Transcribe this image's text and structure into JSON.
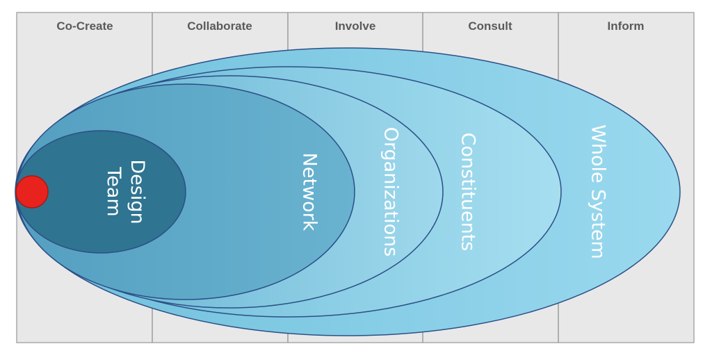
{
  "columns": [
    {
      "label": "Co-Create"
    },
    {
      "label": "Collaborate"
    },
    {
      "label": "Involve"
    },
    {
      "label": "Consult"
    },
    {
      "label": "Inform"
    }
  ],
  "rings": [
    {
      "label": "Whole System"
    },
    {
      "label": "Constituents"
    },
    {
      "label": "Organizations"
    },
    {
      "label": "Network"
    },
    {
      "label": "Design Team"
    }
  ],
  "colors": {
    "panel_background": "#e8e8e9",
    "panel_border": "#a9a9a9",
    "ring_outline": "#2c4f86",
    "whole_system": "#8dd3ea",
    "constituents": "#84cde6",
    "organizations": "#78c3df",
    "network": "#5eadcc",
    "design_team": "#2f7490",
    "origin_dot": "#e8231e"
  }
}
